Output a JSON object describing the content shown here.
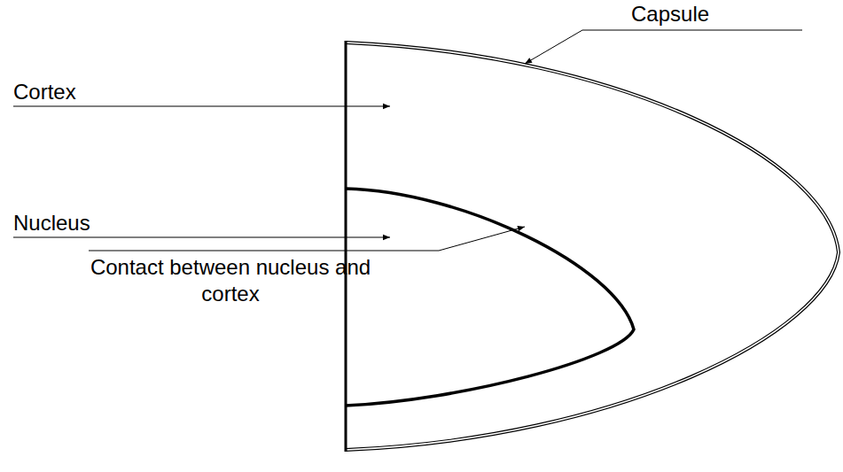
{
  "diagram": {
    "labels": [
      "Capsule",
      "Cortex",
      "Nucleus",
      "Contact between nucleus and cortex"
    ]
  }
}
